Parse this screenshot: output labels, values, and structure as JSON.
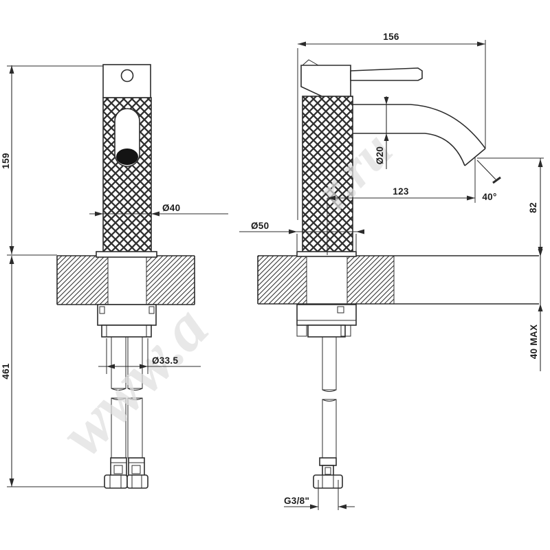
{
  "watermark": {
    "fragment_lower": "www.a",
    "fragment_upper": "r.ru"
  },
  "dimensions": {
    "total_length": "156",
    "height_above_deck": "159",
    "hose_length_below_deck": "461",
    "body_diameter": "Ø40",
    "base_diameter": "Ø50",
    "spout_tube_diameter": "Ø20",
    "spout_reach": "123",
    "spout_end_angle": "40°",
    "spout_outlet_height": "82",
    "deck_thickness_max": "40 MAX",
    "shank_diameter": "Ø33.5",
    "hose_connection_thread": "G3/8\""
  },
  "colors": {
    "line": "#2b2b2b",
    "watermark": "#e0e0e0",
    "background": "#ffffff"
  }
}
